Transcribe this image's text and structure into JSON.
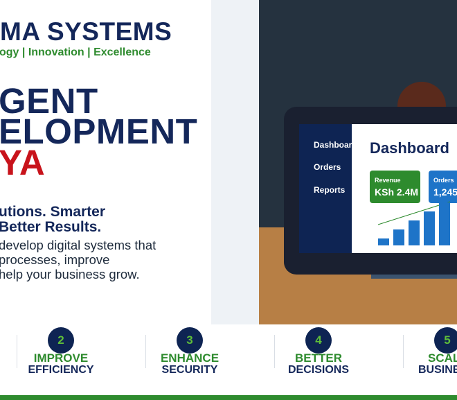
{
  "header": {
    "brand": "MA SYSTEMS",
    "tagline": "ogy | Innovation | Excellence"
  },
  "hero": {
    "line1": "GENT",
    "line2": "ELOPMENT",
    "line3": "YA"
  },
  "subheading": {
    "line1": "utions. Smarter",
    "line2": "Better Results."
  },
  "body": {
    "line1": "develop digital systems that",
    "line2": "processes, improve",
    "line3": "help your business grow."
  },
  "dashboard": {
    "nav": [
      "Dashboard",
      "Orders",
      "Reports"
    ],
    "title": "Dashboard",
    "cards": [
      {
        "label": "Revenue",
        "value": "KSh 2.4M",
        "color": "#2e8b2e"
      },
      {
        "label": "Orders",
        "value": "1,245",
        "color": "#1e74c8"
      }
    ]
  },
  "features": [
    {
      "number": "2",
      "top": "IMPROVE",
      "bottom": "EFFICIENCY"
    },
    {
      "number": "3",
      "top": "ENHANCE",
      "bottom": "SECURITY"
    },
    {
      "number": "4",
      "top": "BETTER",
      "bottom": "DECISIONS"
    },
    {
      "number": "5",
      "top": "SCAL",
      "bottom": "BUSINE"
    }
  ],
  "colors": {
    "navy": "#14275a",
    "green": "#2e8b2e",
    "red": "#c8131b",
    "blue": "#1e74c8"
  }
}
